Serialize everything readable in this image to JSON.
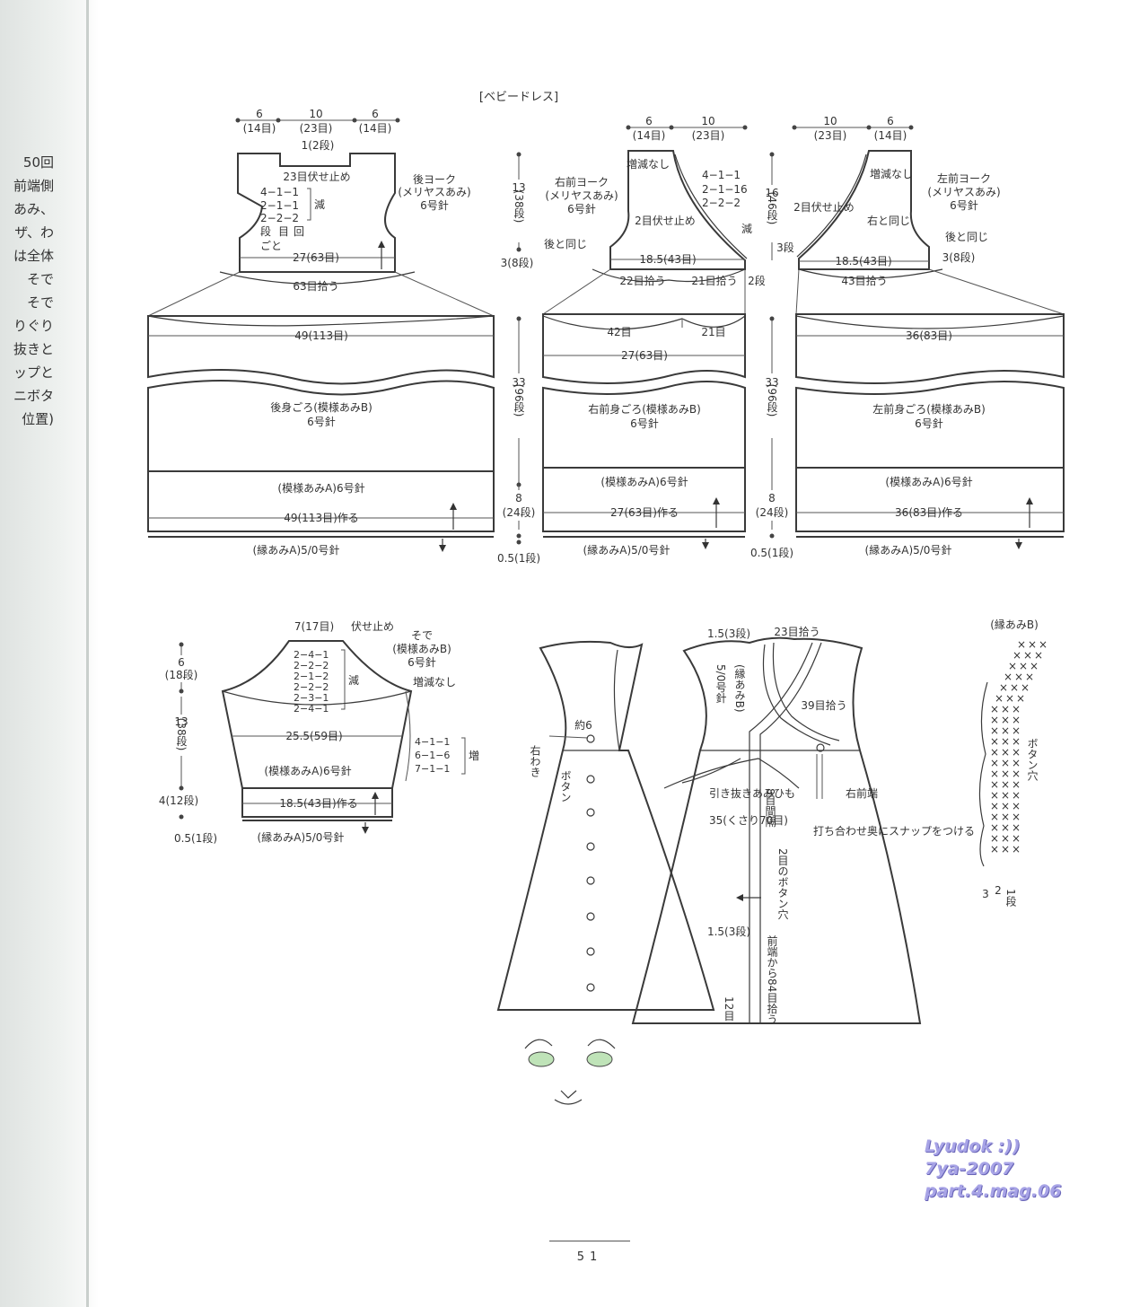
{
  "margin_text": [
    "50回",
    "前端側",
    "あみ、",
    "ザ、わ",
    "は全体",
    "",
    "そで",
    "そで",
    "りぐり",
    "抜きと",
    "",
    "ップと",
    "ニボタ",
    "",
    "",
    "",
    "",
    "",
    "",
    "",
    "",
    "",
    "",
    "",
    "",
    "",
    "",
    "",
    "",
    "",
    "位置)"
  ],
  "title": "[ベビードレス]",
  "back_piece": {
    "dims_top": {
      "left_cm": "6",
      "left_st": "(14目)",
      "mid_cm": "10",
      "mid_st": "(23目)",
      "right_cm": "6",
      "right_st": "(14目)"
    },
    "neck_top": "1(2段)",
    "neck_bind": "23目伏せ止め",
    "yoke_name": "後ヨーク",
    "yoke_stitch": "(メリヤスあみ)",
    "yoke_needle": "6号針",
    "dec_rows": [
      "4−1−1",
      "2−1−1",
      "2−2−2"
    ],
    "dec_label": "減",
    "dec_header": [
      "段",
      "目",
      "回"
    ],
    "dec_side": "ごと",
    "yoke_width": "27(63目)",
    "pickup": "63目拾う",
    "body_top": "49(113目)",
    "body_name": "後身ごろ(模様あみB)",
    "body_needle": "6号針",
    "border_a": "(模様あみA)6号針",
    "cast_on": "49(113目)作る",
    "edging": "(縁あみA)5/0号針"
  },
  "center_scale": {
    "yoke_h": "13",
    "yoke_rows": "(38段)",
    "armhole": "3(8段)",
    "body_h": "33",
    "body_rows": "(96段)",
    "border_h": "8",
    "border_rows": "(24段)",
    "edge": "0.5(1段)"
  },
  "right_front": {
    "dims_top": {
      "left_cm": "6",
      "left_st": "(14目)",
      "right_cm": "10",
      "right_st": "(23目)"
    },
    "no_change": "増減なし",
    "yoke_name": "右前ヨーク",
    "yoke_stitch": "(メリヤスあみ)",
    "yoke_needle": "6号針",
    "dec_rows": [
      "4−1−1",
      "2−1−16",
      "2−2−2"
    ],
    "dec_label": "減",
    "bind": "2目伏せ止め",
    "same_as_back": "後と同じ",
    "yoke_width": "18.5(43目)",
    "pickup_left": "22目拾う",
    "pickup_right": "21目拾う",
    "rows_2": "2段",
    "body_left": "42目",
    "body_right": "21目",
    "body_width": "27(63目)",
    "body_name": "右前身ごろ(模様あみB)",
    "body_needle": "6号針",
    "border_a": "(模様あみA)6号針",
    "cast_on": "27(63目)作る",
    "edging": "(縁あみA)5/0号針"
  },
  "right_scale": {
    "yoke_h": "16",
    "yoke_rows": "(46段)",
    "rows_3": "3段",
    "body_h": "33",
    "body_rows": "(96段)",
    "border_h": "8",
    "border_rows": "(24段)",
    "edge": "0.5(1段)"
  },
  "left_front": {
    "dims_top": {
      "left_cm": "10",
      "left_st": "(23目)",
      "right_cm": "6",
      "right_st": "(14目)"
    },
    "no_change": "増減なし",
    "yoke_name": "左前ヨーク",
    "yoke_stitch": "(メリヤスあみ)",
    "yoke_needle": "6号針",
    "bind": "2目伏せ止め",
    "same_as_right": "右と同じ",
    "same_as_back": "後と同じ",
    "armhole": "3(8段)",
    "yoke_width": "18.5(43目)",
    "pickup": "43目拾う",
    "body_top": "36(83目)",
    "body_name": "左前身ごろ(模様あみB)",
    "body_needle": "6号針",
    "border_a": "(模様あみA)6号針",
    "cast_on": "36(83目)作る",
    "edging": "(縁あみA)5/0号針"
  },
  "sleeve": {
    "cap_h": "6",
    "cap_rows": "(18段)",
    "arm_h": "13",
    "arm_rows": "(38段)",
    "cuff_h": "4(12段)",
    "edge": "0.5(1段)",
    "top": "7(17目)",
    "bind": "伏せ止め",
    "name": "そで",
    "stitch": "(模様あみB)",
    "needle": "6号針",
    "no_change": "増減なし",
    "dec_rows": [
      "2−4−1",
      "2−2−2",
      "2−1−2",
      "2−2−2",
      "2−3−1",
      "2−4−1"
    ],
    "dec_label": "減",
    "inc_rows": [
      "4−1−1",
      "6−1−6",
      "7−1−1"
    ],
    "inc_label": "増",
    "width": "25.5(59目)",
    "border_a": "(模様あみA)6号針",
    "cast_on": "18.5(43目)作る",
    "edging": "(縁あみA)5/0号針"
  },
  "assembly": {
    "side_seam": "右わき",
    "approx": "約6",
    "button": "ボタン",
    "shoulder_rows": "1.5(3段)",
    "pickup_23": "23目拾う",
    "edge_b_needle": "5/0号針",
    "edge_b": "(縁あみB)",
    "pickup_39": "39目拾う",
    "tie": "引き抜きあみひも",
    "tie_len": "35(くさり70目)",
    "spacing": "8目間隔",
    "buttonhole": "2目のボタン穴",
    "front_rows": "1.5(3段)",
    "front_pickup": "前端から84目拾う",
    "twelve": "12目",
    "right_front_edge": "右前端",
    "snap": "打ち合わせ奥にスナップをつける"
  },
  "chart_b": {
    "title": "(縁あみB)",
    "buttonhole": "ボタン穴",
    "rows": [
      "3",
      "2",
      "1段"
    ]
  },
  "watermark": [
    "Lyudok :))",
    "7ya-2007",
    "part.4.mag.06"
  ],
  "page_number": "51"
}
